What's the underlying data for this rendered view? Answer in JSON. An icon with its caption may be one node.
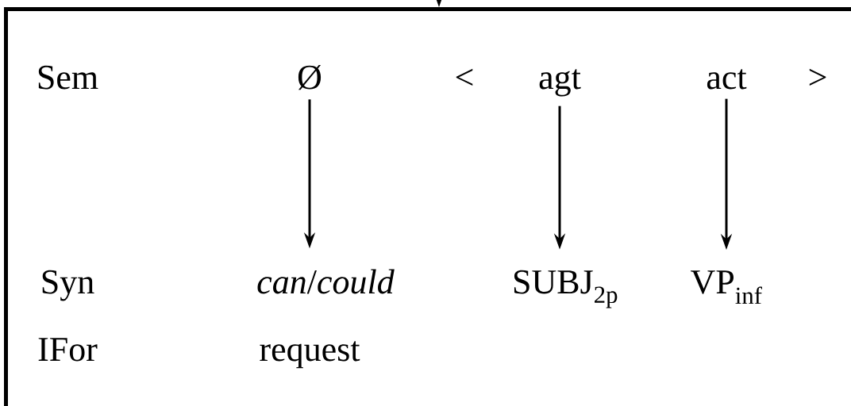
{
  "diagram": {
    "nodes": [
      {
        "text": [],
        "shape": "box"
      },
      {
        "text": [
          "Ø"
        ],
        "in": 0
      },
      {
        "text": [
          "agt"
        ],
        "in": 0
      },
      {
        "text": [
          "act"
        ],
        "in": 0
      },
      {
        "text": [
          "*can*/*could*"
        ],
        "in": 0
      },
      {
        "text": [
          "SUBJ$_{2p}$"
        ],
        "in": 0
      },
      {
        "text": [
          "VP$_{inf}$"
        ],
        "in": 0
      }
    ],
    "edges": [
      {
        "from": null,
        "to": 0,
        "arrow": "to"
      },
      {
        "from": 1,
        "to": 4,
        "arrow": "to"
      },
      {
        "from": 2,
        "to": 5,
        "arrow": "to"
      },
      {
        "from": 3,
        "to": 6,
        "arrow": "to"
      }
    ],
    "labels": [
      "Sem",
      "<",
      ">",
      "Syn",
      "IFor",
      "request"
    ]
  }
}
